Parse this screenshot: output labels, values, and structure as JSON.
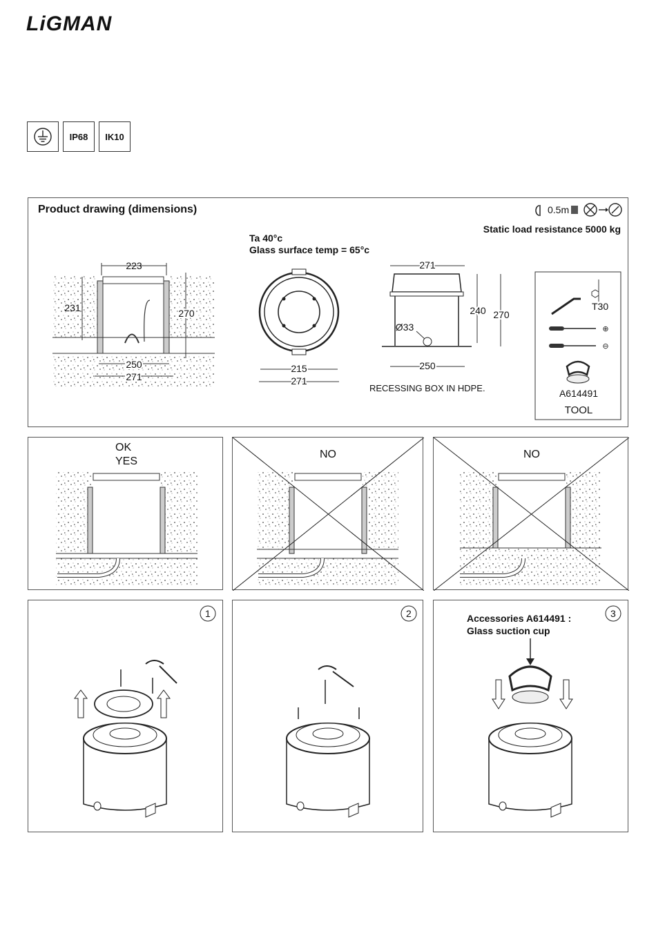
{
  "brand": "LiGMAN",
  "badges": [
    "IP68",
    "IK10"
  ],
  "drawing": {
    "title": "Product drawing (dimensions)",
    "beam": "0.5m",
    "static_load": "Static load resistance 5000 kg",
    "ta": "Ta 40°c",
    "glass_temp": "Glass surface temp = 65°c",
    "side_dims": {
      "top": "223",
      "left_h": "231",
      "right_h": "270",
      "b1": "250",
      "b2": "271"
    },
    "top_dims": {
      "d1": "215",
      "d2": "271"
    },
    "box_dims": {
      "top": "271",
      "h1": "240",
      "h2": "270",
      "hole": "Ø33",
      "bottom": "250"
    },
    "box_caption": "RECESSING BOX IN HDPE.",
    "tool_t30": "T30",
    "tool_code": "A614491",
    "tool_label": "TOOL"
  },
  "install": {
    "ok": "OK",
    "yes": "YES",
    "no1": "NO",
    "no2": "NO"
  },
  "steps": {
    "n1": "1",
    "n2": "2",
    "n3": "3",
    "acc1": "Accessories A614491 :",
    "acc2": "Glass suction cup"
  }
}
